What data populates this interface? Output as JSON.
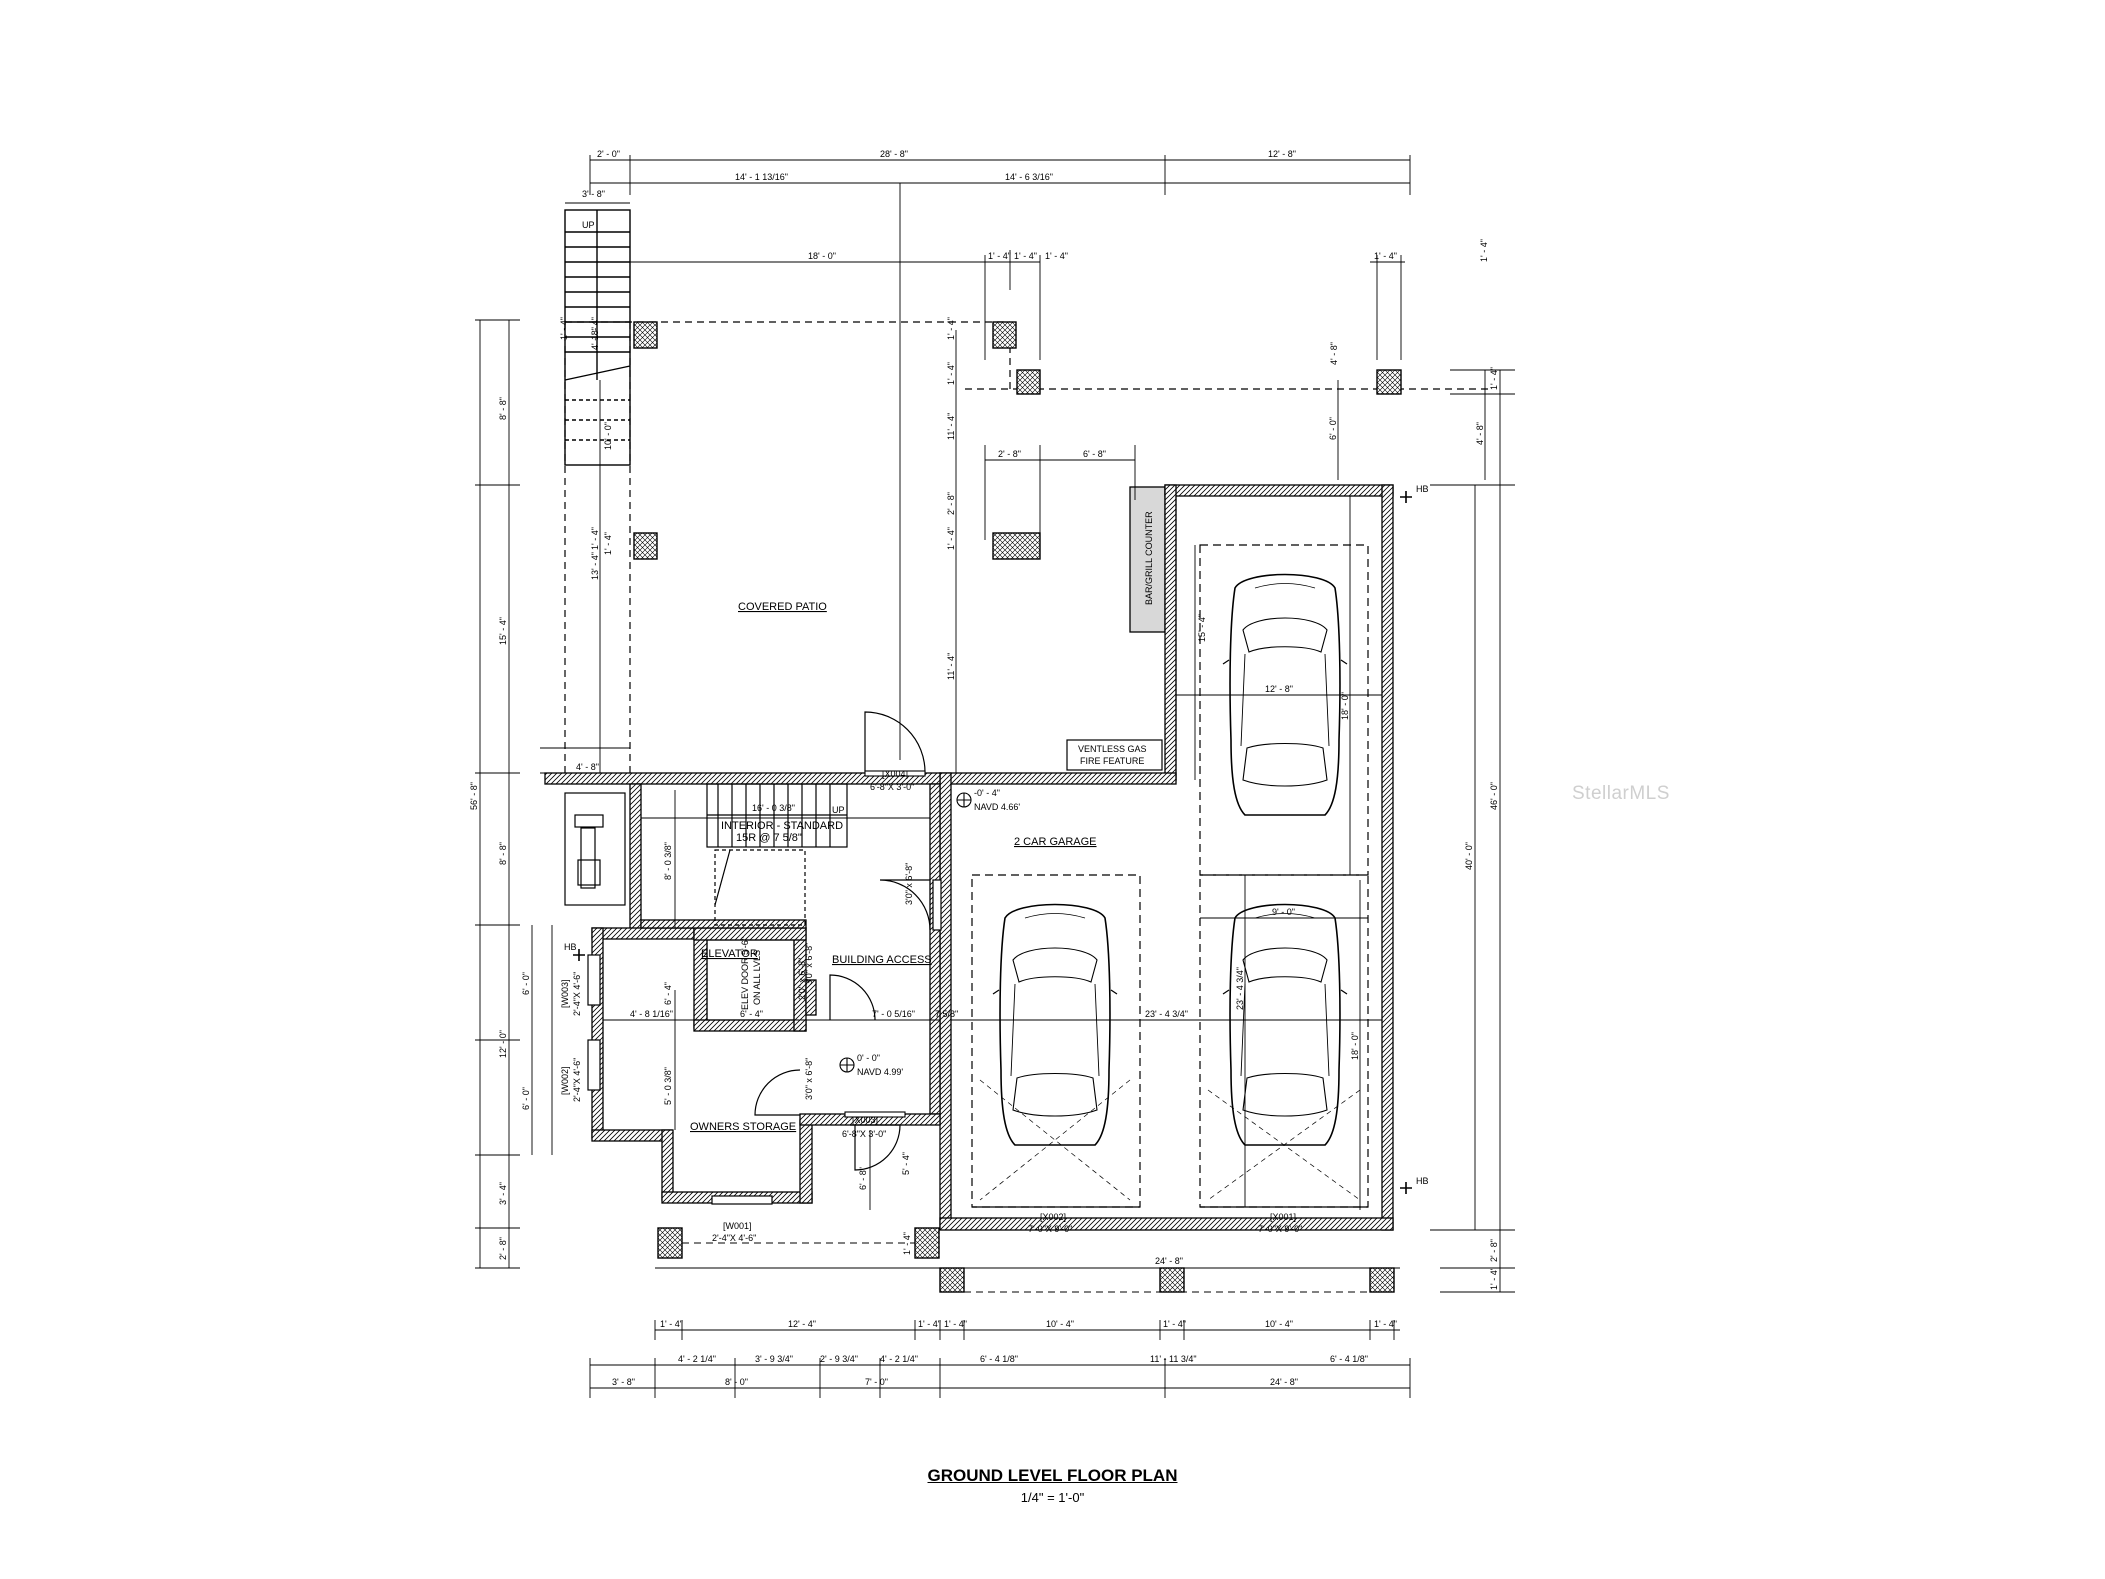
{
  "title": "GROUND LEVEL FLOOR PLAN",
  "scale": "1/4\" = 1'-0\"",
  "watermark": "StellarMLS",
  "rooms": {
    "covered_patio": "COVERED PATIO",
    "bar_grill": "BAR/GRILL COUNTER",
    "fireplace_1": "VENTLESS GAS",
    "fireplace_2": "FIRE FEATURE",
    "garage": "2 CAR GARAGE",
    "stair_1": "INTERIOR - STANDARD",
    "stair_2": "15R @ 7 5/8\"",
    "stair_up": "UP",
    "stair_up2": "UP",
    "elevator": "ELEVATOR",
    "elev_door_1": "ELEV DOOR 5'-6\"",
    "elev_door_2": "ON ALL LVLS",
    "building_access": "BUILDING ACCESS",
    "owners_storage": "OWNERS STORAGE"
  },
  "elevations": {
    "top_1": "-0' - 4\"",
    "top_2": "NAVD 4.66'",
    "low_1": "0' - 0\"",
    "low_2": "NAVD 4.99'"
  },
  "tags": {
    "x004_id": "[X004]",
    "x004_size": "6'-8\"X 3'-0\"",
    "x003_id": "[X003]",
    "x003_size": "6'-8\"X 3'-0\"",
    "x002_id": "[X002]",
    "x002_size": "7'-0\"X 9'-0\"",
    "x001_id": "[X001]",
    "x001_size": "7'-0\"X 9'-0\"",
    "w001_id": "[W001]",
    "w001_size": "2'-4\"X 4'-6\"",
    "w002_id": "[W002]",
    "w002_size": "2'-4\"X 4'-6\"",
    "w003_id": "[W003]",
    "w003_size": "2'-4\"X 4'-6\"",
    "hb_1": "HB",
    "hb_2": "HB",
    "hb_3": "HB"
  },
  "dimensions": {
    "top": [
      "2' - 0\"",
      "28' - 8\"",
      "12' - 8\"",
      "3' - 8\"",
      "14' - 1 13/16\"",
      "14' - 6 3/16\"",
      "18' - 0\"",
      "1' - 4\"",
      "1' - 4\"",
      "1' - 4\"",
      "1' - 4\"",
      "2' - 8\"",
      "6' - 8\""
    ],
    "interior": [
      "16' - 0 3/8\"",
      "4' - 8\"",
      "8' - 0 3/8\"",
      "3'0\" x 6'-8\"",
      "6' - 4\"",
      "6' - 4\"",
      "7' - 0 5/16\"",
      "7 5/8\"",
      "4' - 8 1/16\"",
      "5' - 0 3/8\"",
      "3'0\" x 6'-8\"",
      "3'0\" x 6'-8\"",
      "2'0\" x 6'-8\"",
      "6' - 8\"",
      "5' - 4\"",
      "12' - 8\"",
      "9' - 0\"",
      "23' - 4 3/4\"",
      "15' - 4\"",
      "18' - 0\"",
      "23' - 4 3/4\"",
      "18' - 0\"",
      "6' - 0\"",
      "11' - 4\"",
      "11' - 4\"",
      "13' - 4\"",
      "4' - 8\"",
      "2' - 8\"",
      "1' - 4\"",
      "1' - 4\"",
      "1' - 4\"",
      "1' - 4\"",
      "1' - 4\"",
      "1' - 4\"",
      "4' - 8\"",
      "1' - 4\""
    ],
    "left": [
      "8' - 8\"",
      "15' - 4\"",
      "56' - 8\"",
      "8' - 8\"",
      "6' - 0\"",
      "12' - 0\"",
      "6' - 0\"",
      "3' - 4\"",
      "2' - 8\"",
      "1' - 4\"",
      "10' - 0\"",
      "1' - 4\""
    ],
    "right": [
      "46' - 0\"",
      "40' - 0\"",
      "4' - 8\"",
      "1' - 4\"",
      "2' - 8\"",
      "1' - 4\""
    ],
    "bottom": [
      "24' - 8\"",
      "12' - 4\"",
      "10' - 4\"",
      "10' - 4\"",
      "1' - 4\"",
      "1' - 4\"",
      "1' - 4\"",
      "1' - 4\"",
      "1' - 4\"",
      "4' - 2 1/4\"",
      "3' - 9 3/4\"",
      "2' - 9 3/4\"",
      "4' - 2 1/4\"",
      "6' - 4 1/8\"",
      "11' - 11 3/4\"",
      "6' - 4 1/8\"",
      "3' - 8\"",
      "8' - 0\"",
      "7' - 0\"",
      "24' - 8\""
    ]
  }
}
